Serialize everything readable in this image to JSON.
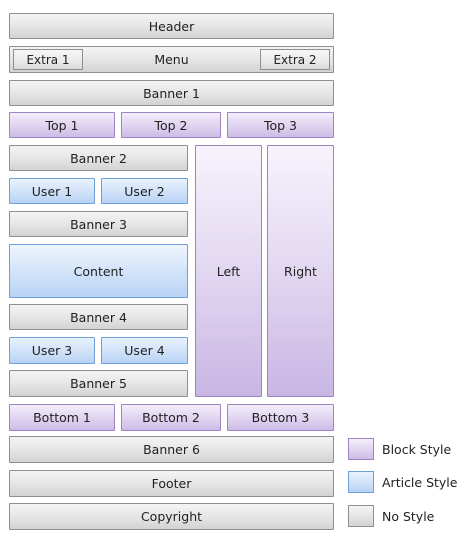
{
  "layout": {
    "header": "Header",
    "menu": {
      "label": "Menu",
      "extra_left": "Extra 1",
      "extra_right": "Extra 2"
    },
    "banner1": "Banner 1",
    "top": [
      "Top 1",
      "Top 2",
      "Top 3"
    ],
    "banner2": "Banner 2",
    "user_top": [
      "User 1",
      "User 2"
    ],
    "banner3": "Banner 3",
    "content": "Content",
    "banner4": "Banner 4",
    "user_bottom": [
      "User 3",
      "User 4"
    ],
    "banner5": "Banner 5",
    "left": "Left",
    "right": "Right",
    "bottom": [
      "Bottom 1",
      "Bottom 2",
      "Bottom 3"
    ],
    "banner6": "Banner 6",
    "footer": "Footer",
    "copyright": "Copyright"
  },
  "legend": [
    {
      "label": "Block Style",
      "color": "#d9cbee"
    },
    {
      "label": "Article Style",
      "color": "#c5dcf7"
    },
    {
      "label": "No Style",
      "color": "#dcdcdc"
    }
  ]
}
